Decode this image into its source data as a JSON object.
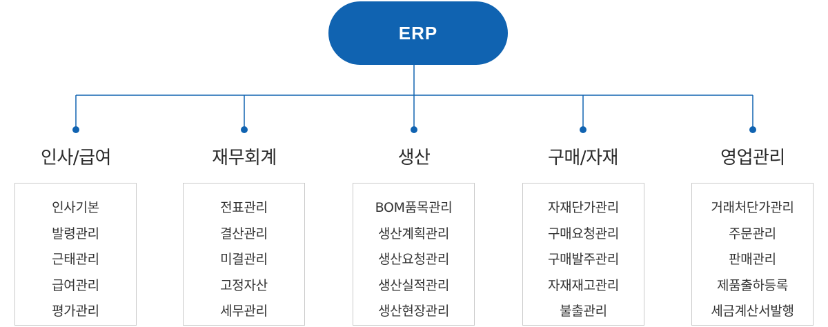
{
  "root": {
    "label": "ERP"
  },
  "modules": [
    {
      "title": "인사/급여",
      "items": [
        "인사기본",
        "발령관리",
        "근태관리",
        "급여관리",
        "평가관리"
      ]
    },
    {
      "title": "재무회계",
      "items": [
        "전표관리",
        "결산관리",
        "미결관리",
        "고정자산",
        "세무관리"
      ]
    },
    {
      "title": "생산",
      "items": [
        "BOM품목관리",
        "생산계획관리",
        "생산요청관리",
        "생산실적관리",
        "생산현장관리"
      ]
    },
    {
      "title": "구매/자재",
      "items": [
        "자재단가관리",
        "구매요청관리",
        "구매발주관리",
        "자재재고관리",
        "불출관리"
      ]
    },
    {
      "title": "영업관리",
      "items": [
        "거래처단가관리",
        "주문관리",
        "판매관리",
        "제품출하등록",
        "세금계산서발행"
      ]
    }
  ],
  "colors": {
    "root_fill": "#1063b1",
    "connector": "#1063b1",
    "box_border": "#c9c9c9"
  }
}
